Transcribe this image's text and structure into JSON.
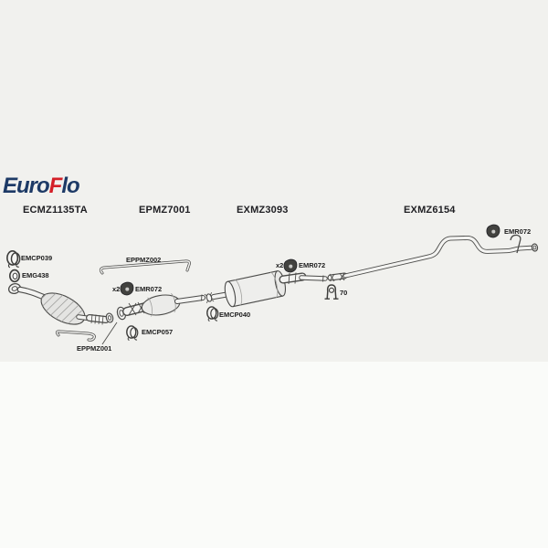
{
  "page": {
    "band_color": "#f1f1ee",
    "lower_color": "#fafbf9",
    "line_color": "#4b4b49"
  },
  "logo": {
    "part_blue1": "Euro",
    "part_red": "F",
    "part_blue2": "lo",
    "navy": "#1d3a66",
    "red": "#d41f28"
  },
  "sections": [
    {
      "label": "ECMZ1135TA"
    },
    {
      "label": "EPMZ7001"
    },
    {
      "label": "EXMZ3093"
    },
    {
      "label": "EXMZ6154"
    }
  ],
  "parts": {
    "front_clamp": "EMCP039",
    "gasket": "EMG438",
    "fit_kit_rod": "EPPMZ002",
    "front_hanger_qty": "x2",
    "front_hanger": "EMR072",
    "front_bracket": "EPPMZ001",
    "mid_front_clamp": "EMCP057",
    "mid_clamp": "EMCP040",
    "mid_hanger_qty": "x2",
    "mid_hanger": "EMR072",
    "mount_size": "70",
    "rear_hanger": "EMR072"
  }
}
